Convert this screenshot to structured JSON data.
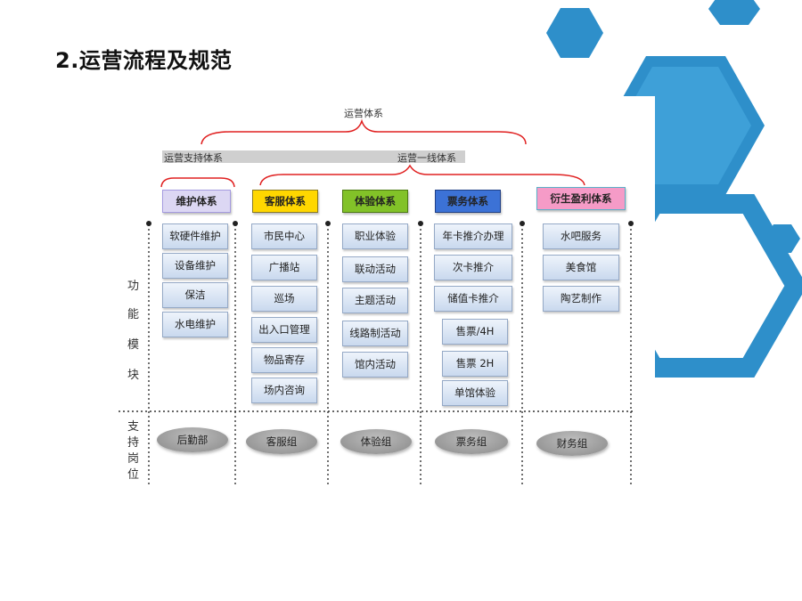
{
  "slide_title": "2.运营流程及规范",
  "top_label": "运营体系",
  "support_bar_label": "运营支持体系",
  "frontline_label": "运营一线体系",
  "side_label_modules": [
    "功",
    "能",
    "模",
    "块"
  ],
  "side_label_positions": [
    "支",
    "持",
    "岗",
    "位"
  ],
  "columns": [
    {
      "header": "维护体系",
      "color": "#d9d4f2",
      "items": [
        "软硬件维护",
        "设备维护",
        "保洁",
        "水电维护"
      ],
      "post": "后勤部"
    },
    {
      "header": "客服体系",
      "color": "#ffd700",
      "items": [
        "市民中心",
        "广播站",
        "巡场",
        "出入口管理",
        "物品寄存",
        "场内咨询"
      ],
      "post": "客服组"
    },
    {
      "header": "体验体系",
      "color": "#7fbf26",
      "items": [
        "职业体验",
        "联动活动",
        "主题活动",
        "线路制活动",
        "馆内活动"
      ],
      "post": "体验组"
    },
    {
      "header": "票务体系",
      "color": "#3b6fd8",
      "items": [
        "年卡推介办理",
        "次卡推介",
        "储值卡推介",
        "售票/4H",
        "售票 2H",
        "单馆体验"
      ],
      "post": "票务组"
    },
    {
      "header": "衍生盈利体系",
      "color": "#f59ac6",
      "items": [
        "水吧服务",
        "美食馆",
        "陶艺制作"
      ],
      "post": "财务组"
    }
  ],
  "colors": {
    "hex_dark": "#2b8fc9",
    "hex_light": "#4fa9dd"
  }
}
